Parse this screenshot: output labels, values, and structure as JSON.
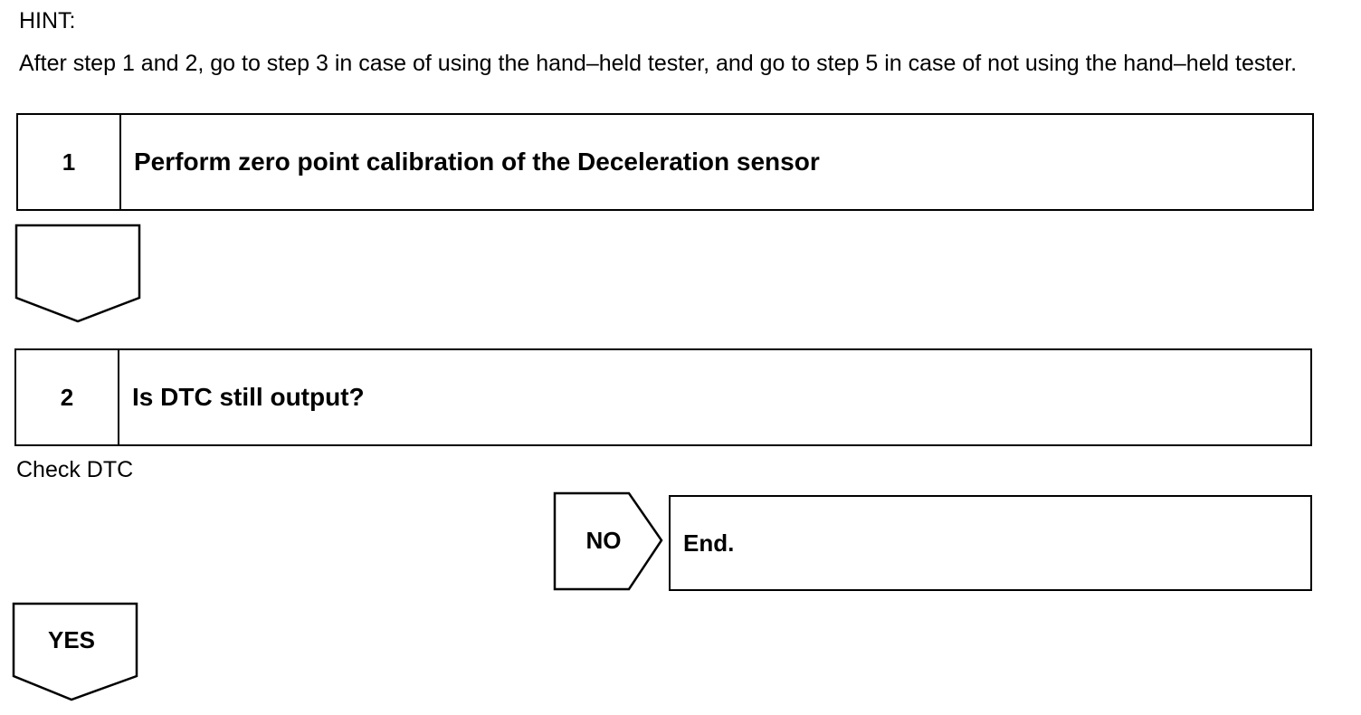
{
  "hint": {
    "label": "HINT:",
    "text": "After step 1 and 2, go to step 3 in case of using the hand–held tester, and go to step 5 in case of not using the hand–held tester."
  },
  "steps": [
    {
      "number": "1",
      "title": "Perform zero point calibration of the Deceleration sensor"
    },
    {
      "number": "2",
      "title": "Is DTC still output?"
    }
  ],
  "check": {
    "text": "Check DTC"
  },
  "branches": {
    "no_label": "NO",
    "no_result": "End.",
    "yes_label": "YES"
  }
}
